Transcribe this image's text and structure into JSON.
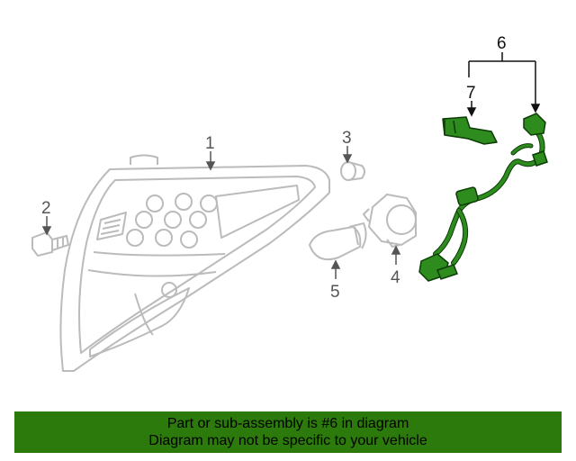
{
  "callouts": {
    "c1": "1",
    "c2": "2",
    "c3": "3",
    "c4": "4",
    "c5": "5",
    "c6": "6",
    "c7": "7"
  },
  "banner": {
    "line1": "Part or sub-assembly is #6 in diagram",
    "line2": "Diagram may not be specific to your vehicle",
    "color": "#2b7a0b"
  },
  "colors": {
    "highlight_part": "#2e8b1e",
    "line_art": "#bbbbbb",
    "callout_leader": "#555555"
  }
}
